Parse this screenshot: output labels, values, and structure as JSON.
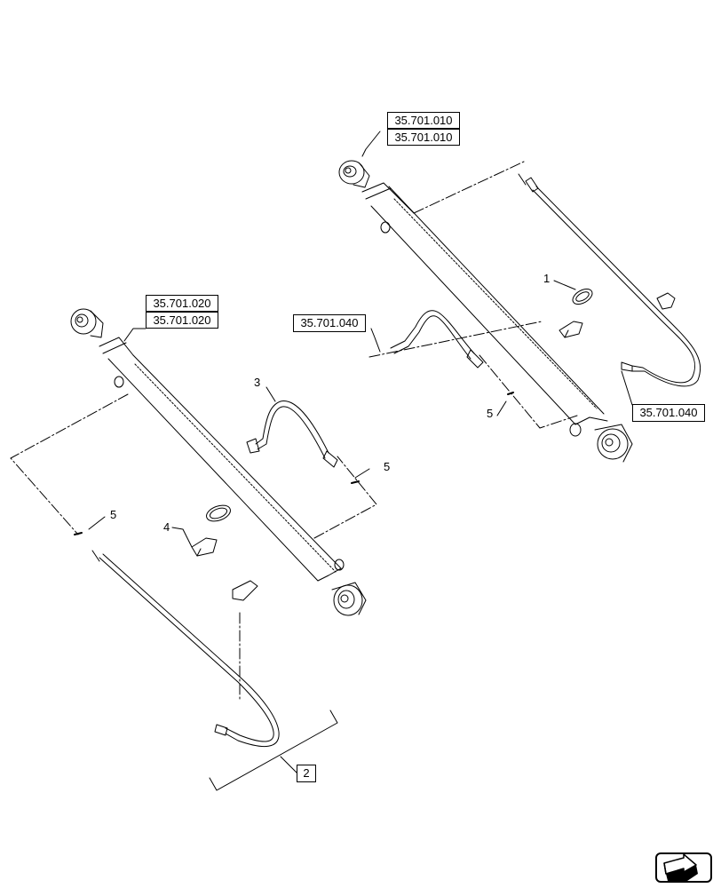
{
  "references": {
    "cyl_right_top": "35.701.010",
    "cyl_right_bottom": "35.701.010",
    "cyl_left_top": "35.701.020",
    "cyl_left_bottom": "35.701.020",
    "hose_left": "35.701.040",
    "hose_right": "35.701.040"
  },
  "callouts": {
    "item_1": "1",
    "item_2": "2",
    "item_3": "3",
    "item_4": "4",
    "item_5_left": "5",
    "item_5_middle": "5",
    "item_5_right": "5"
  },
  "icons": {
    "nav": "next-page-arrow-icon"
  }
}
